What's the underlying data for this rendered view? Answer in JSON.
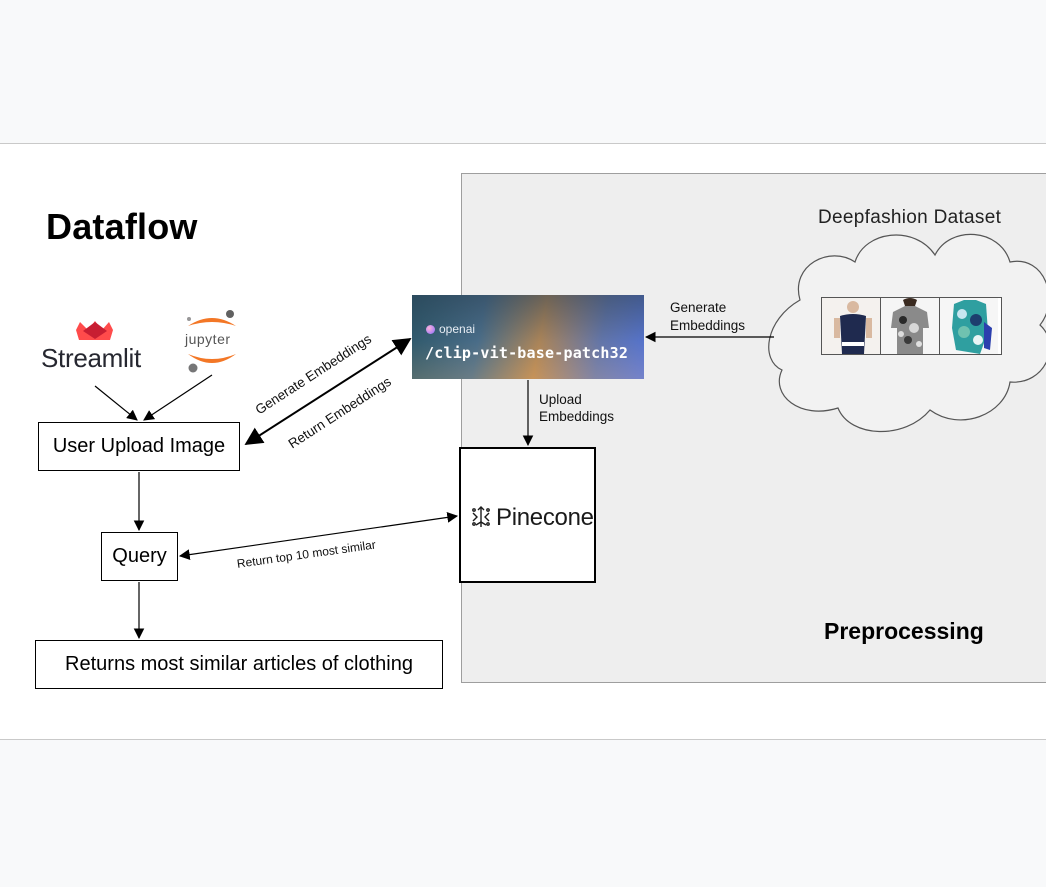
{
  "diagram": {
    "title": "Dataflow",
    "preprocessing_label": "Preprocessing",
    "dataset_label": "Deepfashion Dataset",
    "streamlit_label": "Streamlit",
    "jupyter_label": "jupyter",
    "nodes": {
      "user_upload": "User Upload Image",
      "query": "Query",
      "results": "Returns most similar articles of clothing",
      "pinecone": "Pinecone",
      "clip_org": "openai",
      "clip_model": "/clip-vit-base-patch32"
    },
    "edges": {
      "generate_embeddings_user": "Generate Embeddings",
      "return_embeddings": "Return  Embeddings",
      "generate_embeddings_dataset_1": "Generate",
      "generate_embeddings_dataset_2": "Embeddings",
      "upload_embeddings_1": "Upload",
      "upload_embeddings_2": "Embeddings",
      "return_top": "Return  top 10 most similar"
    },
    "colors": {
      "streamlit_red": "#ff4b4b",
      "jupyter_orange": "#f37726",
      "panel_gray": "#eeeeee"
    }
  }
}
